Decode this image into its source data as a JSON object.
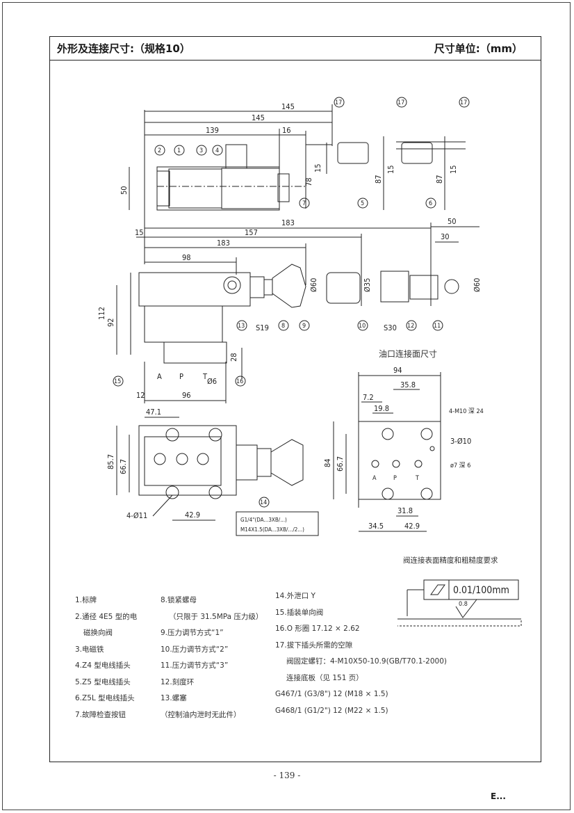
{
  "header": {
    "title": "外形及连接尺寸:（规格10）",
    "unit": "尺寸单位:（mm）"
  },
  "subtitles": {
    "oil_port": "油口连接面尺寸",
    "flatness": "阀连接表面精度和粗糙度要求",
    "tolerance": "0.01/100mm",
    "roughness": "0.8"
  },
  "dims": {
    "d145a": "145",
    "d145b": "145",
    "d139": "139",
    "d16": "16",
    "d15a": "15",
    "d78": "78",
    "d50": "50",
    "d87a": "87",
    "d15b": "15",
    "d87b": "87",
    "d15c": "15",
    "d183a": "183",
    "d15d": "15",
    "d157": "157",
    "d183b": "183",
    "d98": "98",
    "d50b": "50",
    "d30": "30",
    "d112": "112",
    "d92": "92",
    "d60": "Ø60",
    "d35": "Ø35",
    "d60b": "Ø60",
    "s19": "S19",
    "s30": "S30",
    "d28": "28",
    "d6": "Ø6",
    "d12": "12",
    "d96": "96",
    "port_a": "A",
    "port_p": "P",
    "port_t": "T",
    "d47": "47.1",
    "d85": "85.7",
    "d66": "66.7",
    "d11": "4-Ø11",
    "d42": "42.9",
    "d94": "94",
    "d35b": "35.8",
    "d72": "7.2",
    "d198": "19.8",
    "m10": "4-M10 深 24",
    "d10": "3-Ø10",
    "d7": "ø7 深 6",
    "d84": "84",
    "d667": "66.7",
    "d318": "31.8",
    "d345": "34.5",
    "d429": "42.9",
    "thread1": "G1/4\"(DA...3XB/...)",
    "thread2": "M14X1.5(DA...3XB/.../2...)"
  },
  "balloons": [
    "1",
    "2",
    "3",
    "4",
    "5",
    "6",
    "7",
    "8",
    "9",
    "10",
    "11",
    "12",
    "13",
    "14",
    "15",
    "16",
    "17"
  ],
  "legend": {
    "col1": [
      "1.标牌",
      "2.通径 4E5 型的电",
      "磁换向阀",
      "3.电磁铁",
      "4.Z4 型电线插头",
      "5.Z5 型电线插头",
      "6.Z5L 型电线插头",
      "7.故障检查按钮"
    ],
    "col2": [
      "8.锁紧螺母",
      "（只限于 31.5MPa 压力级）",
      "9.压力调节方式“1”",
      "10.压力调节方式“2”",
      "11.压力调节方式“3”",
      "12.刻度环",
      "13.螺塞",
      "（控制油内泄时无此件）"
    ],
    "col3": [
      "14.外泄口 Y",
      "15.插装单向阀",
      "16.O 形圈 17.12 × 2.62",
      "17.拔下插头所需的空隙",
      "阀固定螺钉：4-M10X50-10.9(GB/T70.1-2000)",
      "连接底板（见 151 页）",
      "G467/1 (G3/8\")   12 (M18 × 1.5)",
      "G468/1 (G1/2\")   12 (M22 × 1.5)"
    ]
  },
  "footer": {
    "page": "- 139 -",
    "mark": "E..."
  }
}
